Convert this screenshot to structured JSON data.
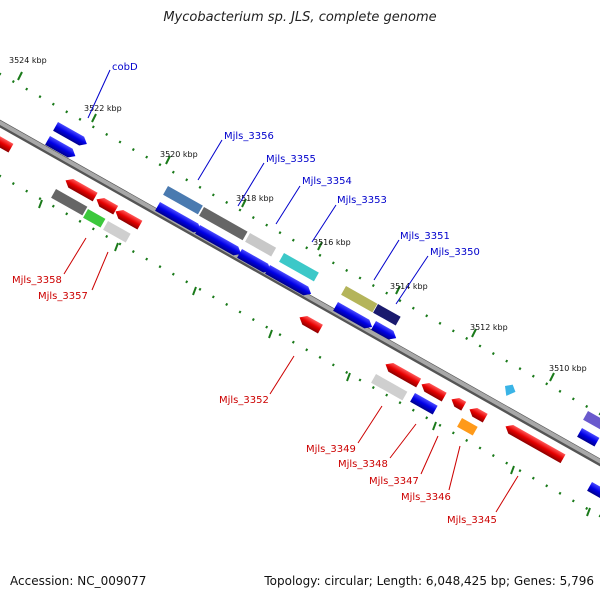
{
  "title": "Mycobacterium sp. JLS, complete genome",
  "footer": {
    "accession": "Accession: NC_009077",
    "topology": "Topology: circular; Length: 6,048,425 bp; Genes: 5,796"
  },
  "scale_labels": [
    "3524 kbp",
    "3522 kbp",
    "3520 kbp",
    "3518 kbp",
    "3516 kbp",
    "3514 kbp",
    "3512 kbp",
    "3510 kbp"
  ],
  "gene_labels": {
    "forward": [
      "cobD",
      "Mjls_3356",
      "Mjls_3355",
      "Mjls_3354",
      "Mjls_3353",
      "Mjls_3351",
      "Mjls_3350"
    ],
    "reverse": [
      "Mjls_3358",
      "Mjls_3357",
      "Mjls_3352",
      "Mjls_3349",
      "Mjls_3348",
      "Mjls_3347",
      "Mjls_3346",
      "Mjls_3345"
    ]
  },
  "colors": {
    "forward_gene": "#0000ee",
    "reverse_gene": "#ee0000",
    "forward_label": "#0000cc",
    "reverse_label": "#cc0000",
    "backbone": "#888888",
    "tick": "#1a7a1a"
  }
}
